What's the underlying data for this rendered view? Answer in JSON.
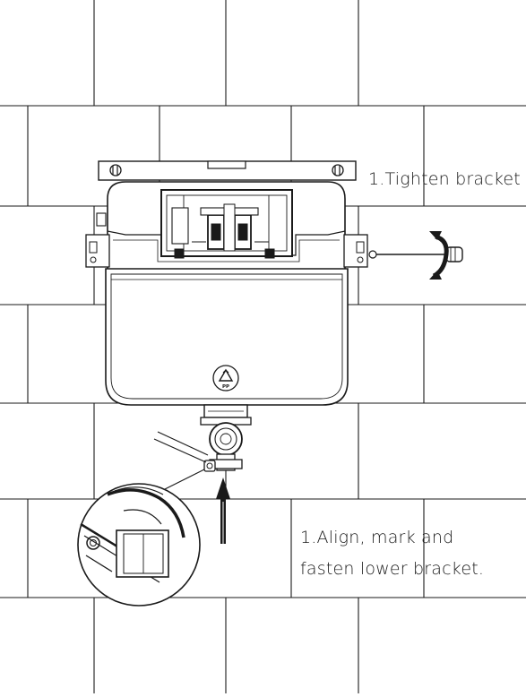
{
  "annotations": {
    "top": "1.Tighten bracket",
    "bottom_line1": "1.Align, mark and",
    "bottom_line2": "fasten lower bracket."
  },
  "icons": {
    "recycle": "recycling-pp-icon",
    "rotation": "rotation-arrow-icon",
    "screwdriver": "screwdriver-icon",
    "upward_arrow": "upward-arrow-icon",
    "magnifier": "detail-magnifier-icon"
  },
  "recycle_code": "PP"
}
